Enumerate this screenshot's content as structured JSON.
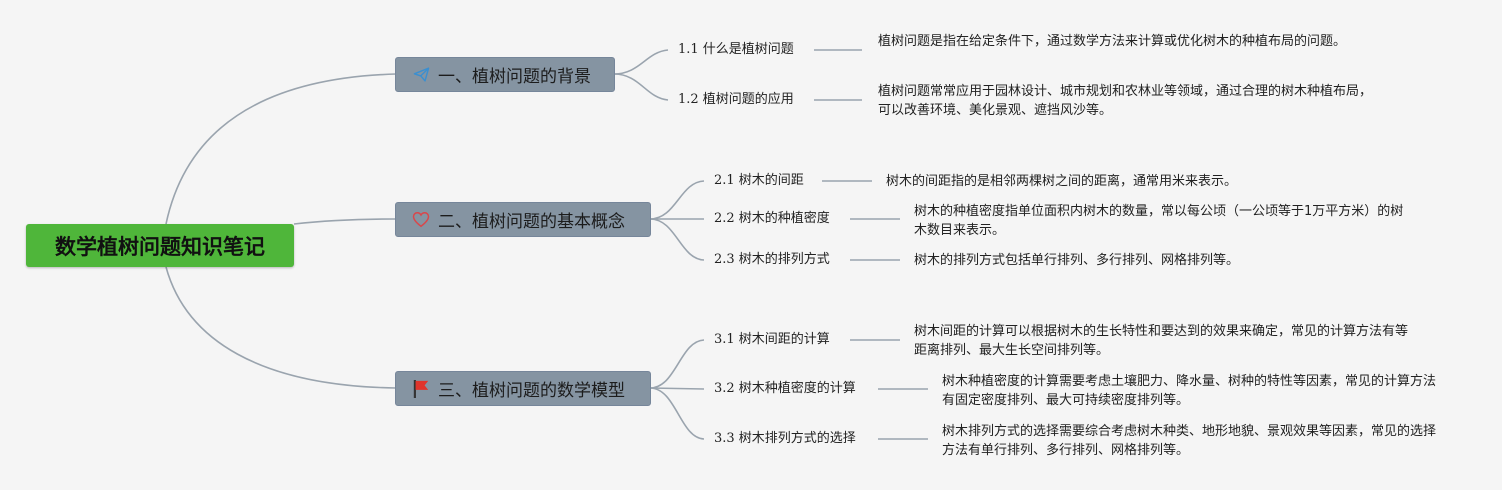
{
  "root": {
    "title": "数学植树问题知识笔记"
  },
  "branches": [
    {
      "title": "一、植树问题的背景",
      "icon": "paper-plane-icon",
      "children": [
        {
          "label": "1.1 什么是植树问题",
          "text": "植树问题是指在给定条件下，通过数学方法来计算或优化树木的种植布局的问题。"
        },
        {
          "label": "1.2 植树问题的应用",
          "text": "植树问题常常应用于园林设计、城市规划和农林业等领域，通过合理的树木种植布局，可以改善环境、美化景观、遮挡风沙等。"
        }
      ]
    },
    {
      "title": "二、植树问题的基本概念",
      "icon": "heart-icon",
      "children": [
        {
          "label": "2.1 树木的间距",
          "text": "树木的间距指的是相邻两棵树之间的距离，通常用米来表示。"
        },
        {
          "label": "2.2 树木的种植密度",
          "text": "树木的种植密度指单位面积内树木的数量，常以每公顷（一公顷等于1万平方米）的树木数目来表示。"
        },
        {
          "label": "2.3 树木的排列方式",
          "text": "树木的排列方式包括单行排列、多行排列、网格排列等。"
        }
      ]
    },
    {
      "title": "三、植树问题的数学模型",
      "icon": "flag-icon",
      "children": [
        {
          "label": "3.1 树木间距的计算",
          "text": "树木间距的计算可以根据树木的生长特性和要达到的效果来确定，常见的计算方法有等距离排列、最大生长空间排列等。"
        },
        {
          "label": "3.2 树木种植密度的计算",
          "text": "树木种植密度的计算需要考虑土壤肥力、降水量、树种的特性等因素，常见的计算方法有固定密度排列、最大可持续密度排列等。"
        },
        {
          "label": "3.3 树木排列方式的选择",
          "text": "树木排列方式的选择需要综合考虑树木种类、地形地貌、景观效果等因素，常见的选择方法有单行排列、多行排列、网格排列等。"
        }
      ]
    }
  ],
  "colors": {
    "root": "#4fb63a",
    "branch": "#8594a2",
    "line": "#9aa4ae",
    "plane": "#3b8fd0",
    "heart": "#d9474b",
    "flag": "#e0342c"
  }
}
